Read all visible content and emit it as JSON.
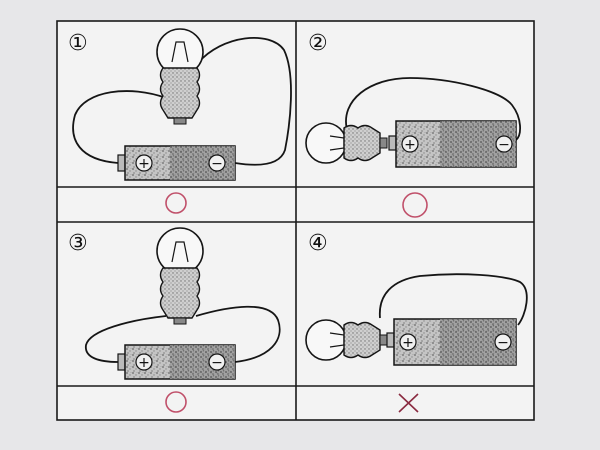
{
  "panels": [
    {
      "number": "①",
      "verdict": "○",
      "verdict_kind": "circle"
    },
    {
      "number": "②",
      "verdict": "○",
      "verdict_kind": "circle"
    },
    {
      "number": "③",
      "verdict": "○",
      "verdict_kind": "circle"
    },
    {
      "number": "④",
      "verdict": "×",
      "verdict_kind": "cross"
    }
  ],
  "battery": {
    "plus_symbol": "+",
    "minus_symbol": "−"
  },
  "colors": {
    "background": "#e7e7e9",
    "panel_fill": "#f3f3f3",
    "grid_line": "#1a1a1a",
    "battery_body": "#bdbdbd",
    "battery_dark": "#5a5a5a",
    "bulb_base": "#b8b8b8",
    "wire": "#151515",
    "verdict_circle": "#c0506a",
    "verdict_cross": "#8a2a40"
  }
}
